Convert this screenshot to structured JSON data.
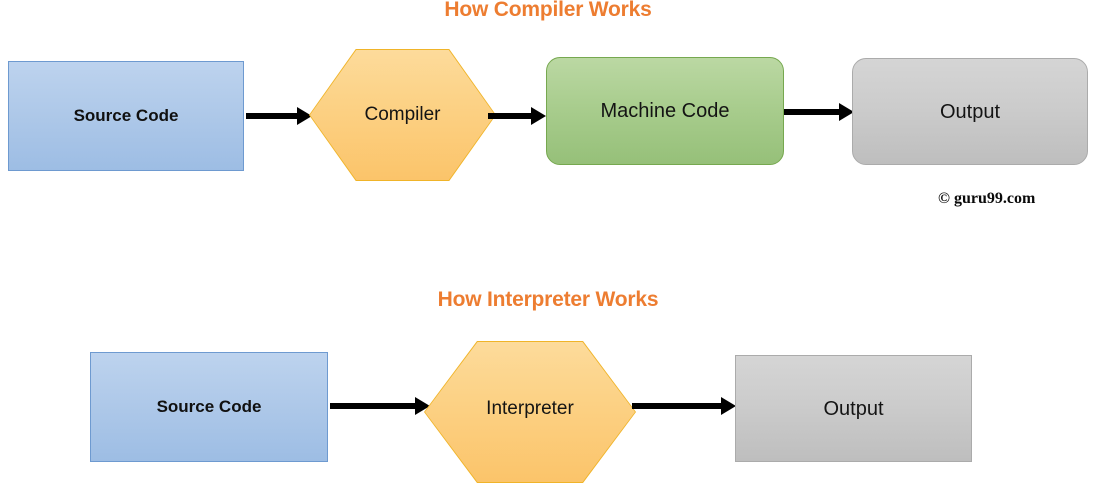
{
  "diagram": {
    "type": "flowchart",
    "background": "#ffffff",
    "title_color": "#ED7D31",
    "sections": [
      {
        "id": "compiler",
        "title": "How Compiler Works",
        "nodes": [
          {
            "id": "compiler-source-code",
            "label": "Source Code",
            "shape": "rectangle",
            "color": "#AFC9E9"
          },
          {
            "id": "compiler-compiler",
            "label": "Compiler",
            "shape": "hexagon",
            "color": "#FCD286"
          },
          {
            "id": "compiler-machine-code",
            "label": "Machine Code",
            "shape": "rounded-rectangle",
            "color": "#A9CD8E"
          },
          {
            "id": "compiler-output",
            "label": "Output",
            "shape": "rounded-rectangle",
            "color": "#CCCCCC"
          }
        ],
        "edges": [
          {
            "from": "Source Code",
            "to": "Compiler"
          },
          {
            "from": "Compiler",
            "to": "Machine Code"
          },
          {
            "from": "Machine Code",
            "to": "Output"
          }
        ]
      },
      {
        "id": "interpreter",
        "title": "How Interpreter Works",
        "nodes": [
          {
            "id": "interpreter-source-code",
            "label": "Source Code",
            "shape": "rectangle",
            "color": "#AFC9E9"
          },
          {
            "id": "interpreter-interpreter",
            "label": "Interpreter",
            "shape": "hexagon",
            "color": "#FCD286"
          },
          {
            "id": "interpreter-output",
            "label": "Output",
            "shape": "rectangle",
            "color": "#CCCCCC"
          }
        ],
        "edges": [
          {
            "from": "Source Code",
            "to": "Interpreter"
          },
          {
            "from": "Interpreter",
            "to": "Output"
          }
        ]
      }
    ],
    "watermark": "© guru99.com"
  }
}
